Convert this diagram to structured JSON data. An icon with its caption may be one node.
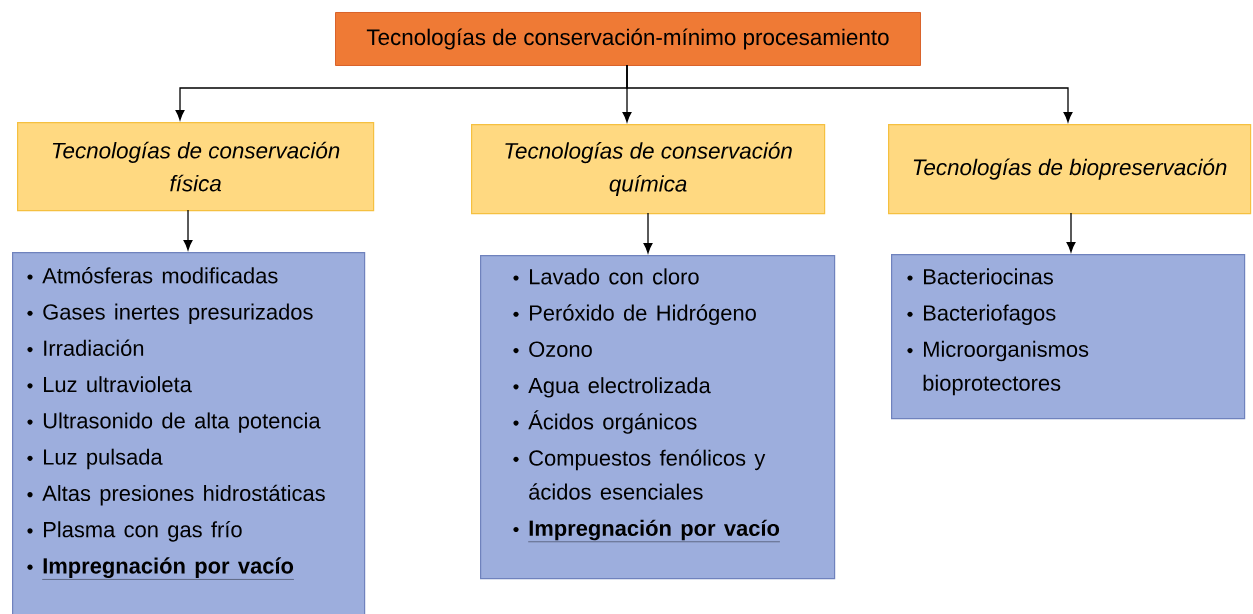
{
  "diagram": {
    "nodes": [
      {
        "text": [
          "Tecnologías de conservación-mínimo procesamiento"
        ]
      },
      {
        "text": [
          "Tecnologías de conservación física"
        ]
      },
      {
        "text": [
          "Tecnologías de conservación química"
        ]
      },
      {
        "text": [
          "Tecnologías de biopreservación"
        ]
      },
      {
        "text": [
          "Atmósferas modificadas",
          "Gases inertes presurizados",
          "Irradiación",
          "Luz ultravioleta",
          "Ultrasonido de alta potencia",
          "Luz pulsada",
          "Altas presiones hidrostáticas",
          "Plasma con gas frío",
          "**Impregnación por vacío**"
        ]
      },
      {
        "text": [
          "Lavado con cloro",
          "Peróxido de Hidrógeno",
          "Ozono",
          "Agua electrolizada",
          "Ácidos orgánicos",
          "Compuestos fenólicos y ácidos esenciales",
          "**Impregnación por vacío**"
        ]
      },
      {
        "text": [
          "Bacteriocinas",
          "Bacteriofagos",
          "Microorganismos bioprotectores"
        ]
      }
    ],
    "edges": [
      {
        "from": 0,
        "to": 1,
        "arrow": "to"
      },
      {
        "from": 0,
        "to": 2,
        "arrow": "to"
      },
      {
        "from": 0,
        "to": 3,
        "arrow": "to"
      },
      {
        "from": 1,
        "to": 4,
        "arrow": "to"
      },
      {
        "from": 2,
        "to": 5,
        "arrow": "to"
      },
      {
        "from": 3,
        "to": 6,
        "arrow": "to"
      }
    ]
  }
}
